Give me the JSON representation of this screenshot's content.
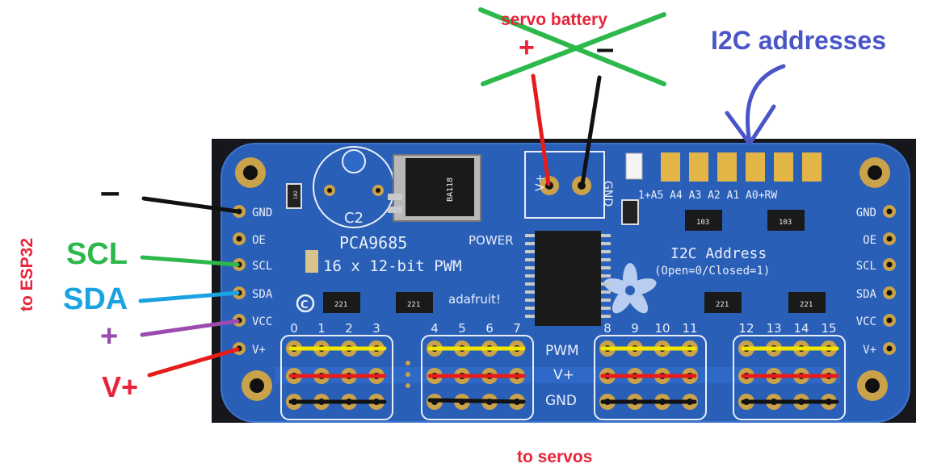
{
  "annotations": {
    "to_esp32": "to ESP32",
    "minus_left": "–",
    "scl": "SCL",
    "sda": "SDA",
    "plus_left": "+",
    "vplus": "V+",
    "to_servos": "to servos",
    "servo_battery": "servo battery",
    "battery_plus": "+",
    "battery_minus": "–",
    "i2c_addresses": "I2C addresses"
  },
  "colors": {
    "annotation_red": "#e8243a",
    "scl_green": "#2db84b",
    "sda_blue": "#1aa3e0",
    "plus_purple": "#9b4bb0",
    "i2c_blue": "#4a55c8",
    "cross_green": "#2db84b",
    "wire_black": "#111111",
    "pcb_blue": "#2a5fb8",
    "servo_yellow": "#f2e600",
    "servo_red": "#e51c1c"
  },
  "board": {
    "chip_name": "PCA9685",
    "subtitle": "16 x 12-bit PWM",
    "brand": "adafruit!",
    "capacitor": "C2",
    "power_label": "POWER",
    "terminal_vplus": "V+",
    "terminal_gnd": "GND",
    "regulator_code": "BA118",
    "i2c_address_title": "I2C Address",
    "i2c_address_note": "(Open=0/Closed=1)",
    "address_jumper_labels": "1+A5 A4 A3 A2 A1 A0+RW",
    "left_pins": [
      "GND",
      "OE",
      "SCL",
      "SDA",
      "VCC",
      "V+"
    ],
    "right_pins": [
      "GND",
      "OE",
      "SCL",
      "SDA",
      "VCC",
      "V+"
    ],
    "channel_numbers": [
      "0",
      "1",
      "2",
      "3",
      "4",
      "5",
      "6",
      "7",
      "8",
      "9",
      "10",
      "11",
      "12",
      "13",
      "14",
      "15"
    ],
    "row_pwm": "PWM",
    "row_vplus": "V+",
    "row_gnd": "GND",
    "resistor_code": "221",
    "resistor_code_2": "103",
    "resistor_code_3": "102"
  }
}
